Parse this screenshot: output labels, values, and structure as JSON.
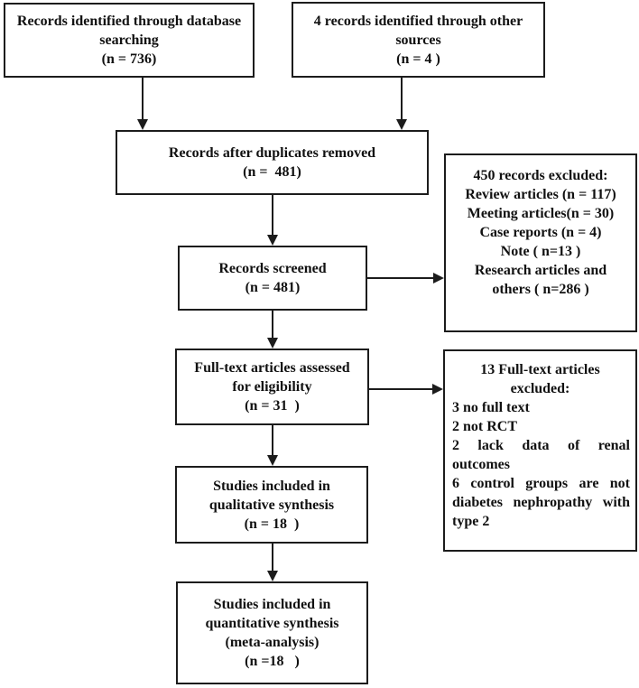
{
  "colors": {
    "background": "#ffffff",
    "border": "#1c1c1c",
    "text": "#111111"
  },
  "boxes": {
    "identified_db": {
      "lines": [
        "Records identified through database",
        "searching",
        "(n = 736)"
      ]
    },
    "identified_other": {
      "lines": [
        "4 records identified through other",
        "sources",
        "(n = 4 )"
      ]
    },
    "duplicates_removed": {
      "lines": [
        "Records after duplicates removed",
        "(n =  481)"
      ]
    },
    "records_excluded": {
      "lines": [
        "450 records excluded:",
        "Review articles (n = 117)",
        "Meeting articles(n = 30)",
        "Case reports (n = 4)",
        "Note ( n=13 )",
        "Research articles and",
        "others ( n=286 )"
      ]
    },
    "records_screened": {
      "lines": [
        "Records screened",
        "(n = 481)"
      ]
    },
    "fulltext_assessed": {
      "lines": [
        "Full-text articles assessed",
        "for eligibility",
        "(n = 31  )"
      ]
    },
    "fulltext_excluded": {
      "heading": [
        "13 Full-text articles",
        "excluded:"
      ],
      "reasons": [
        "3 no full text",
        "2 not RCT",
        "2 lack data of renal outcomes",
        "6 control groups are not diabetes nephropathy with type 2"
      ]
    },
    "qualitative": {
      "lines": [
        "Studies included in",
        "qualitative synthesis",
        "(n = 18  )"
      ]
    },
    "quantitative": {
      "lines": [
        "Studies included in",
        "quantitative synthesis",
        "(meta-analysis)",
        "(n =18   )"
      ]
    }
  }
}
